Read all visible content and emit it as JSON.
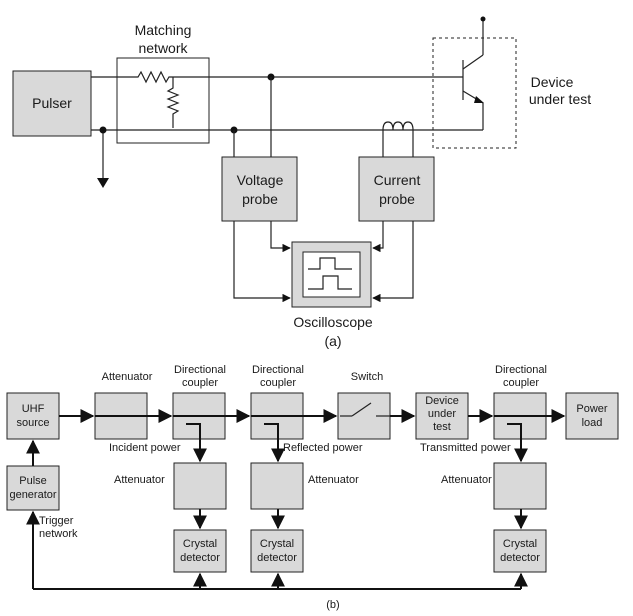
{
  "figure_a": {
    "pulser": "Pulser",
    "matching_network": [
      "Matching",
      "network"
    ],
    "device_under_test": [
      "Device",
      "under test"
    ],
    "voltage_probe": [
      "Voltage",
      "probe"
    ],
    "current_probe": [
      "Current",
      "probe"
    ],
    "oscilloscope": "Oscilloscope",
    "caption": "(a)"
  },
  "figure_b": {
    "uhf_source": [
      "UHF",
      "source"
    ],
    "pulse_generator": [
      "Pulse",
      "generator"
    ],
    "trigger_network": [
      "Trigger",
      "network"
    ],
    "attenuator_top": "Attenuator",
    "directional_coupler_1": [
      "Directional",
      "coupler"
    ],
    "directional_coupler_2": [
      "Directional",
      "coupler"
    ],
    "switch": "Switch",
    "device_under_test": [
      "Device",
      "under",
      "test"
    ],
    "directional_coupler_3": [
      "Directional",
      "coupler"
    ],
    "power_load": [
      "Power",
      "load"
    ],
    "incident_power": "Incident power",
    "reflected_power": "Reflected power",
    "transmitted_power": "Transmitted power",
    "attenuator_1": "Attenuator",
    "attenuator_2": "Attenuator",
    "attenuator_3": "Attenuator",
    "crystal_detector_1": [
      "Crystal",
      "detector"
    ],
    "crystal_detector_2": [
      "Crystal",
      "detector"
    ],
    "crystal_detector_3": [
      "Crystal",
      "detector"
    ],
    "caption": "(b)"
  }
}
